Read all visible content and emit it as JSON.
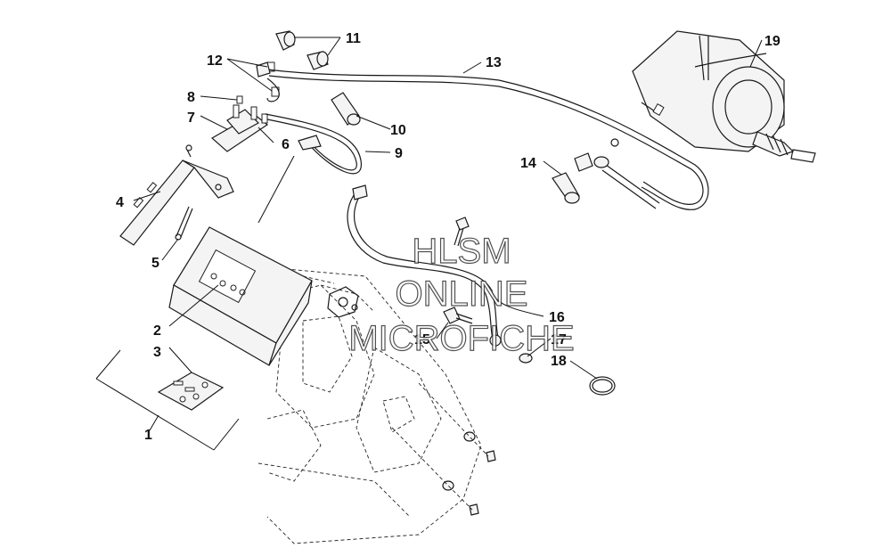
{
  "diagram": {
    "callouts": [
      "1",
      "2",
      "3",
      "4",
      "5",
      "6",
      "7",
      "8",
      "9",
      "10",
      "11",
      "12",
      "13",
      "14",
      "15",
      "16",
      "17",
      "18",
      "19"
    ]
  },
  "watermark": {
    "line1": "HLSM",
    "line2": "ONLINE",
    "line3": "MICROFICHE"
  }
}
